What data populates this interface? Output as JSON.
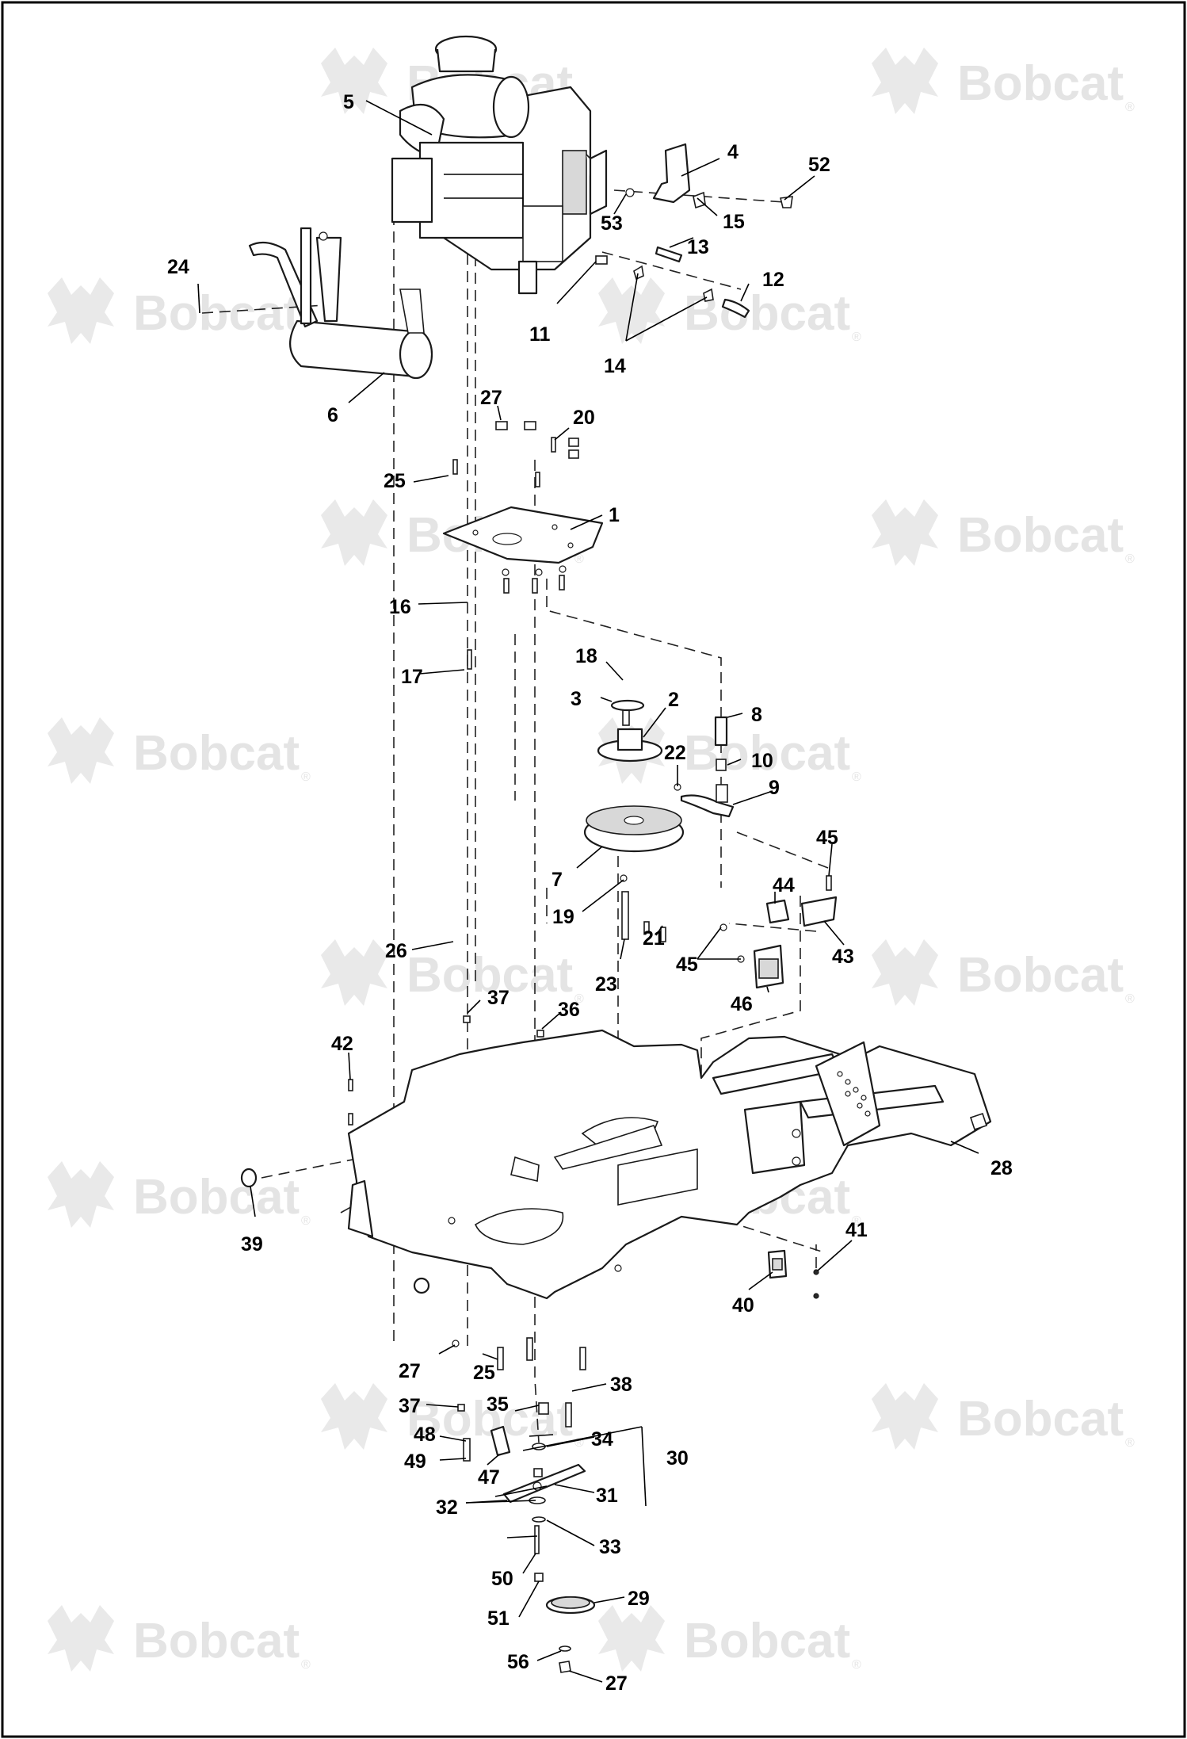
{
  "watermark": {
    "brand": "Bobcat",
    "reg": "®"
  },
  "callouts": {
    "c1": "1",
    "c2": "2",
    "c3": "3",
    "c4": "4",
    "c5": "5",
    "c6": "6",
    "c7": "7",
    "c8": "8",
    "c9": "9",
    "c10": "10",
    "c11": "11",
    "c12": "12",
    "c13": "13",
    "c14": "14",
    "c15": "15",
    "c16": "16",
    "c17": "17",
    "c18": "18",
    "c19": "19",
    "c20": "20",
    "c21": "21",
    "c22": "22",
    "c23": "23",
    "c24": "24",
    "c25a": "25",
    "c25b": "25",
    "c26": "26",
    "c27a": "27",
    "c27b": "27",
    "c27c": "27",
    "c28": "28",
    "c29": "29",
    "c30": "30",
    "c31": "31",
    "c32": "32",
    "c33": "33",
    "c34": "34",
    "c35": "35",
    "c36": "36",
    "c37a": "37",
    "c37b": "37",
    "c38": "38",
    "c39": "39",
    "c40": "40",
    "c41": "41",
    "c42": "42",
    "c43": "43",
    "c44": "44",
    "c45a": "45",
    "c45b": "45",
    "c46": "46",
    "c47": "47",
    "c48": "48",
    "c49": "49",
    "c50": "50",
    "c51": "51",
    "c52": "52",
    "c53": "53",
    "c56": "56"
  }
}
